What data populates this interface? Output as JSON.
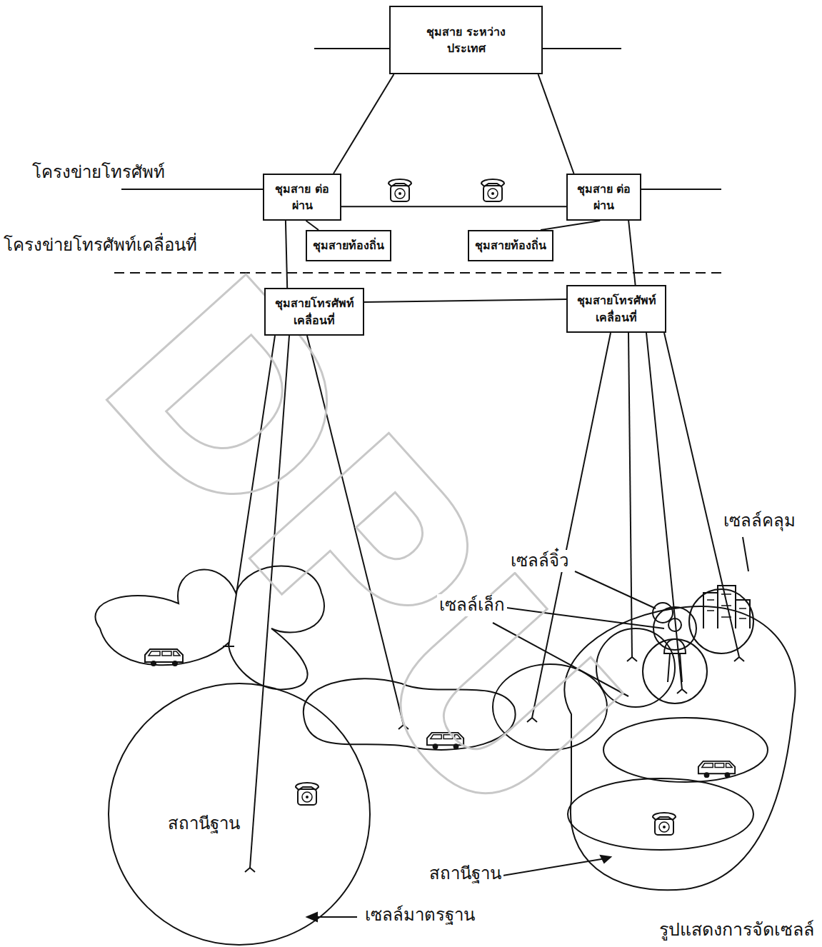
{
  "diagram": {
    "caption": "รูปแสดงการจัดเซลล์",
    "nodes": [
      {
        "text": [
          "ชุมสาย ระหว่างประเทศ"
        ]
      },
      {
        "text": [
          "ชุมสาย ต่อผ่าน"
        ]
      },
      {
        "text": [
          "ชุมสาย ต่อผ่าน"
        ]
      },
      {
        "text": [
          "ชุมสายท้องถิ่น"
        ]
      },
      {
        "text": [
          "ชุมสายท้องถิ่น"
        ]
      },
      {
        "text": [
          "ชุมสายโทรศัพท์ เคลื่อนที่"
        ]
      },
      {
        "text": [
          "ชุมสายโทรศัพท์ เคลื่อนที่"
        ]
      }
    ],
    "edges": [
      {
        "from": 0,
        "to": 1,
        "arrow": "none"
      },
      {
        "from": 0,
        "to": 2,
        "arrow": "none"
      },
      {
        "from": 1,
        "to": 2,
        "arrow": "none"
      },
      {
        "from": 1,
        "to": 3,
        "arrow": "none"
      },
      {
        "from": 2,
        "to": 4,
        "arrow": "none"
      },
      {
        "from": 1,
        "to": 5,
        "arrow": "none"
      },
      {
        "from": 2,
        "to": 6,
        "arrow": "none"
      },
      {
        "from": 5,
        "to": 6,
        "arrow": "none"
      }
    ],
    "labels": [
      "โครงข่ายโทรศัพท์",
      "โครงข่ายโทรศัพท์เคลื่อนที่",
      "เซลล์คลุม",
      "เซลล์จิ๋ว",
      "เซลล์เล็ก",
      "สถานีฐาน",
      "สถานีฐาน",
      "เซลล์มาตรฐาน",
      "DPU"
    ]
  }
}
